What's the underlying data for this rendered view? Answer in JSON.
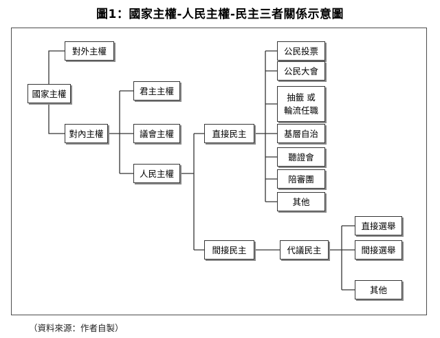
{
  "title": "圖1：國家主權-人民主權-民主三者關係示意圖",
  "source": "（資料來源：作者自製）",
  "nodes": {
    "guojia": "國家主權",
    "duiwai": "對外主權",
    "duinei": "對內主權",
    "junzhu": "君主主權",
    "yihui": "議會主權",
    "renmin": "人民主權",
    "zhijie": "直接民主",
    "jianjie": "間接民主",
    "gongmin_toupiao": "公民投票",
    "gongmin_dahui": "公民大會",
    "chouqian": "抽籤 或\n輪流任職",
    "jiceng": "基層自治",
    "tingzheng": "聽證會",
    "peishen": "陪審團",
    "qita1": "其他",
    "daiyi": "代議民主",
    "zhijie_xuanju": "直接選舉",
    "jianjie_xuanju": "間接選舉",
    "qita2": "其他"
  }
}
